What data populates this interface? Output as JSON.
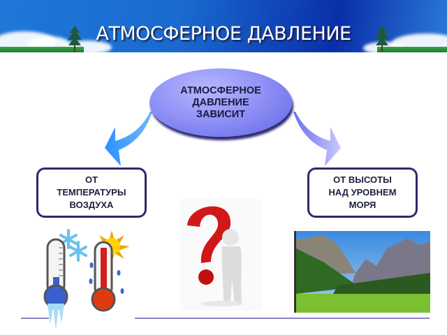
{
  "header": {
    "title": "АТМОСФЕРНОЕ ДАВЛЕНИЕ"
  },
  "center_node": {
    "lines": [
      "АТМОСФЕРНОЕ",
      "ДАВЛЕНИЕ",
      "ЗАВИСИТ"
    ]
  },
  "left_node": {
    "lines": [
      "ОТ",
      "ТЕМПЕРАТУРЫ",
      "ВОЗДУХА"
    ]
  },
  "right_node": {
    "lines": [
      "ОТ ВЫСОТЫ",
      "НАД УРОВНЕМ",
      "МОРЯ"
    ]
  },
  "images": {
    "left": "thermometers-cold-hot",
    "center": "question-mark-figure",
    "right": "mountain-valley-landscape"
  },
  "colors": {
    "header_blue": "#1a6ad0",
    "ellipse": "#8d8ff5",
    "box_border": "#2d2a6a",
    "left_arrow": "#3a9cff",
    "right_arrow": "#8b8ef8",
    "divider": "#8c84c0",
    "question_red": "#d01818"
  }
}
